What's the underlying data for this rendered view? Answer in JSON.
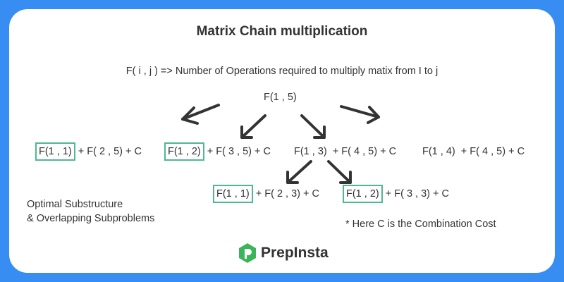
{
  "title": "Matrix Chain multiplication",
  "definition": "F( i , j ) => Number of Operations required to multiply matix from I to j",
  "root": "F(1 , 5)",
  "level1": [
    {
      "boxed": "F(1 , 1)",
      "rest": "+ F( 2 , 5) + C"
    },
    {
      "boxed": "F(1 , 2)",
      "rest": "+ F( 3 , 5) + C"
    },
    {
      "plain": "F(1 , 3)",
      "rest": "+ F( 4 , 5) + C"
    },
    {
      "plain": "F(1 , 4)",
      "rest": "+ F( 4 , 5) + C"
    }
  ],
  "level2": [
    {
      "boxed": "F(1 , 1)",
      "rest": "+ F( 2 , 3) + C"
    },
    {
      "boxed": "F(1 , 2)",
      "rest": "+ F( 3 , 3) + C"
    }
  ],
  "notes": {
    "line1": "Optimal Substructure",
    "line2": "& Overlapping Subproblems",
    "cost": "* Here C is the Combination Cost"
  },
  "logo": {
    "name": "PrepInsta",
    "color": "#3cb55a"
  },
  "colors": {
    "background": "#388df2",
    "box_border": "#4db896",
    "text": "#333333"
  }
}
